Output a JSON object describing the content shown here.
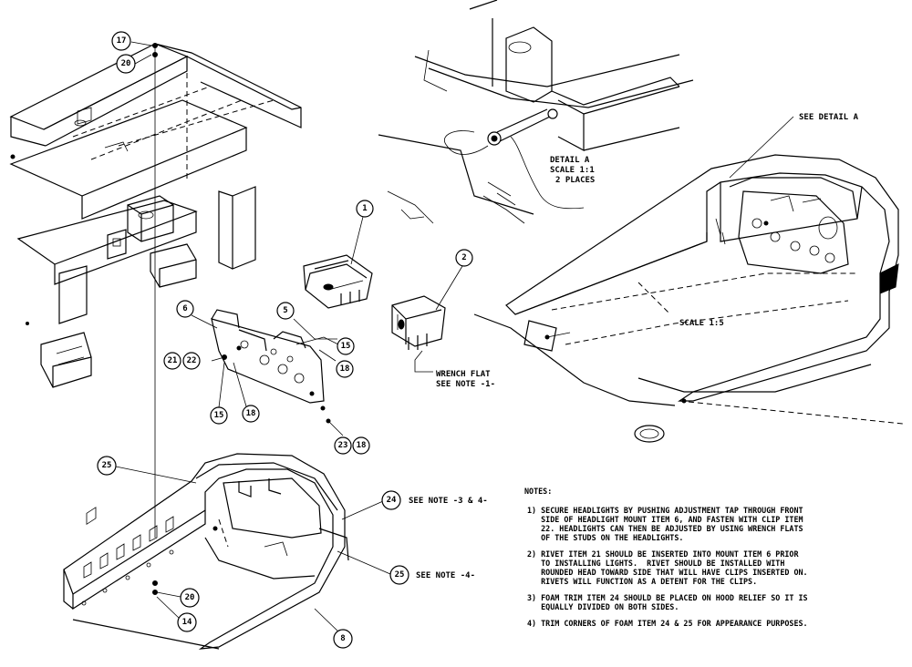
{
  "callouts": [
    {
      "label": "17"
    },
    {
      "label": "20"
    },
    {
      "label": "1"
    },
    {
      "label": "2"
    },
    {
      "label": "6"
    },
    {
      "label": "5"
    },
    {
      "label": "15"
    },
    {
      "label": "21"
    },
    {
      "label": "22"
    },
    {
      "label": "18"
    },
    {
      "label": "15"
    },
    {
      "label": "18"
    },
    {
      "label": "23"
    },
    {
      "label": "18"
    },
    {
      "label": "25"
    },
    {
      "label": "24"
    },
    {
      "label": "25"
    },
    {
      "label": "20"
    },
    {
      "label": "14"
    },
    {
      "label": "8"
    }
  ],
  "labels": {
    "see_detail_a": "SEE DETAIL  A",
    "detail_a_title": "DETAIL  A",
    "detail_a_scale": "SCALE  1:1",
    "detail_a_places": "2 PLACES",
    "wrench_flat": "WRENCH FLAT",
    "see_note_1": "SEE NOTE -1-",
    "scale_main": "SCALE  1:5",
    "see_note_3_4": "SEE NOTE -3 & 4-",
    "see_note_4": "SEE NOTE -4-"
  },
  "notes": {
    "heading": "NOTES:",
    "items": [
      {
        "lines": [
          "1) SECURE HEADLIGHTS BY PUSHING ADJUSTMENT TAP THROUGH FRONT",
          "   SIDE OF HEADLIGHT MOUNT ITEM 6, AND FASTEN WITH CLIP ITEM",
          "   22. HEADLIGHTS CAN THEN BE ADJUSTED BY USING WRENCH FLATS",
          "   OF THE STUDS ON THE HEADLIGHTS."
        ]
      },
      {
        "lines": [
          "2) RIVET ITEM 21 SHOULD BE INSERTED INTO MOUNT ITEM 6 PRIOR",
          "   TO INSTALLING LIGHTS.  RIVET SHOULD BE INSTALLED WITH",
          "   ROUNDED HEAD TOWARD SIDE THAT WILL HAVE CLIPS INSERTED ON.",
          "   RIVETS WILL FUNCTION AS A DETENT FOR THE CLIPS."
        ]
      },
      {
        "lines": [
          "3) FOAM TRIM ITEM 24 SHOULD BE PLACED ON HOOD RELIEF SO IT IS",
          "   EQUALLY DIVIDED ON BOTH SIDES."
        ]
      },
      {
        "lines": [
          "4) TRIM CORNERS OF FOAM ITEM 24 & 25 FOR APPEARANCE PURPOSES."
        ]
      }
    ]
  }
}
